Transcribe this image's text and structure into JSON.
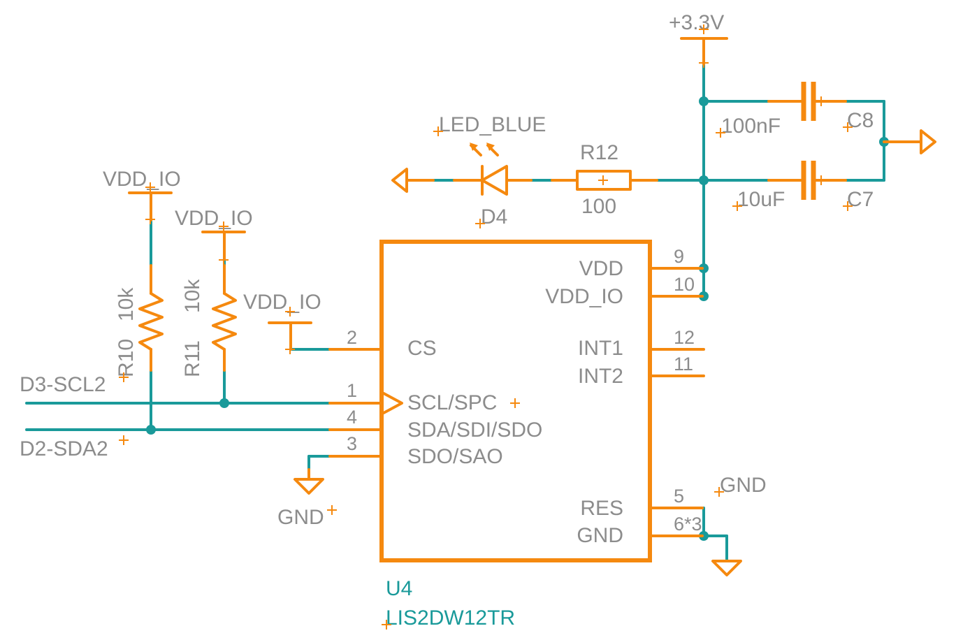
{
  "nets": {
    "vdd_io_1": "VDD_IO",
    "vdd_io_2": "VDD_IO",
    "vdd_io_3": "VDD_IO",
    "v33": "+3.3V",
    "gnd_left": "GND",
    "gnd_right": "GND",
    "scl": "D3-SCL2",
    "sda": "D2-SDA2"
  },
  "components": {
    "r10": {
      "ref": "R10",
      "value": "10k"
    },
    "r11": {
      "ref": "R11",
      "value": "10k"
    },
    "r12": {
      "ref": "R12",
      "value": "100"
    },
    "d4": {
      "ref": "D4",
      "value": "LED_BLUE"
    },
    "c8": {
      "ref": "C8",
      "value": "100nF"
    },
    "c7": {
      "ref": "C7",
      "value": "10uF"
    },
    "u4": {
      "ref": "U4",
      "value": "LIS2DW12TR",
      "pins_left": [
        {
          "num": "2",
          "name": "CS"
        },
        {
          "num": "1",
          "name": "SCL/SPC"
        },
        {
          "num": "4",
          "name": "SDA/SDI/SDO"
        },
        {
          "num": "3",
          "name": "SDO/SAO"
        }
      ],
      "pins_right": [
        {
          "num": "9",
          "name": "VDD"
        },
        {
          "num": "10",
          "name": "VDD_IO"
        },
        {
          "num": "12",
          "name": "INT1"
        },
        {
          "num": "11",
          "name": "INT2"
        },
        {
          "num": "5",
          "name": "RES"
        },
        {
          "num": "6*3",
          "name": "GND"
        }
      ]
    }
  },
  "colors": {
    "wire": "#1a9a9a",
    "part": "#f5890f",
    "label": "#8c8c8c"
  }
}
